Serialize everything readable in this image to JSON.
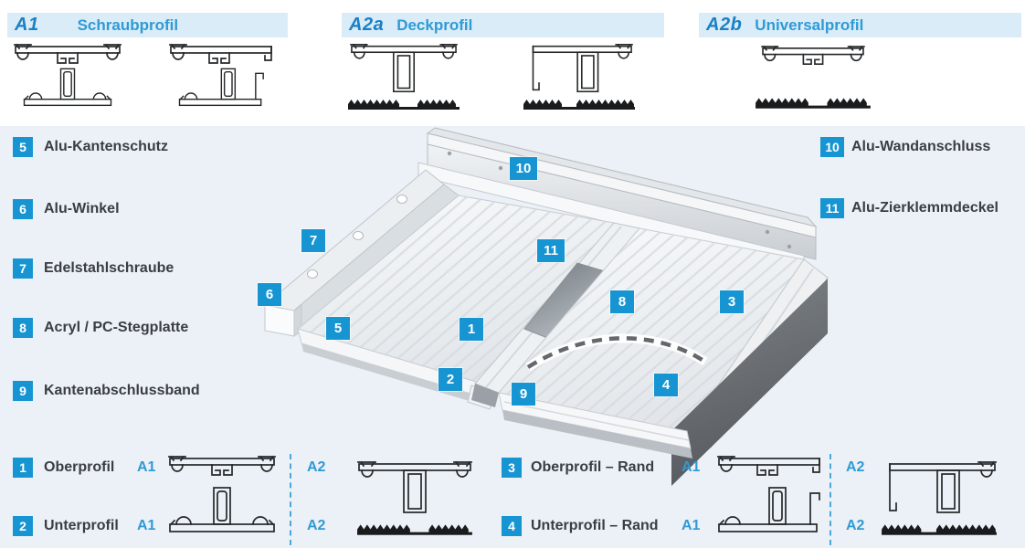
{
  "headers": {
    "items": [
      {
        "code": "A1",
        "name": "Schraubprofil"
      },
      {
        "code": "A2a",
        "name": "Deckprofil"
      },
      {
        "code": "A2b",
        "name": "Universalprofil"
      }
    ]
  },
  "legend_left": {
    "items": [
      {
        "num": "5",
        "label": "Alu-Kantenschutz"
      },
      {
        "num": "6",
        "label": "Alu-Winkel"
      },
      {
        "num": "7",
        "label": "Edelstahlschraube"
      },
      {
        "num": "8",
        "label": "Acryl / PC-Stegplatte"
      },
      {
        "num": "9",
        "label": "Kantenabschlussband"
      }
    ]
  },
  "legend_right": {
    "items": [
      {
        "num": "10",
        "label": "Alu-Wandanschluss"
      },
      {
        "num": "11",
        "label": "Alu-Zierklemmdeckel"
      }
    ]
  },
  "illustration": {
    "callouts": {
      "c1": "1",
      "c2": "2",
      "c3": "3",
      "c4": "4",
      "c5": "5",
      "c6": "6",
      "c7": "7",
      "c8": "8",
      "c9": "9",
      "c10": "10",
      "c11": "11"
    }
  },
  "bottom": {
    "left": {
      "row1": {
        "num": "1",
        "label": "Oberprofil",
        "variant": "A1"
      },
      "row2": {
        "num": "2",
        "label": "Unterprofil",
        "variant": "A1"
      },
      "alt_top": "A2",
      "alt_bottom": "A2"
    },
    "right": {
      "row1": {
        "num": "3",
        "label": "Oberprofil – Rand",
        "variant": "A1"
      },
      "row2": {
        "num": "4",
        "label": "Unterprofil – Rand",
        "variant": "A1"
      },
      "alt_top": "A2",
      "alt_bottom": "A2"
    }
  },
  "colors": {
    "accent_dark": "#1b80c4",
    "accent": "#2f9ad4",
    "badge": "#1795d2",
    "band_bg": "#d9ecf8",
    "main_bg": "#ecf1f7",
    "text": "#3a3d41"
  }
}
